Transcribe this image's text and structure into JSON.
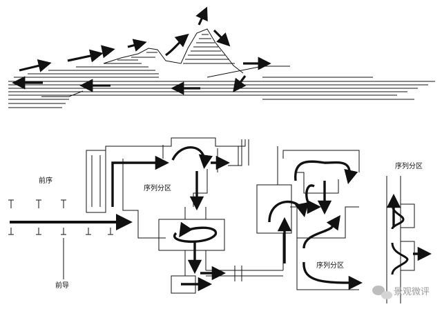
{
  "labels": {
    "qianxu": "前序",
    "qiandao": "前导",
    "xulie_1": "序列分区",
    "xulie_2": "序列分区",
    "xulie_3": "序列分区"
  },
  "watermark": {
    "text": "景观微评"
  },
  "colors": {
    "ink": "#111111",
    "watermark": "#9a9a9a"
  }
}
